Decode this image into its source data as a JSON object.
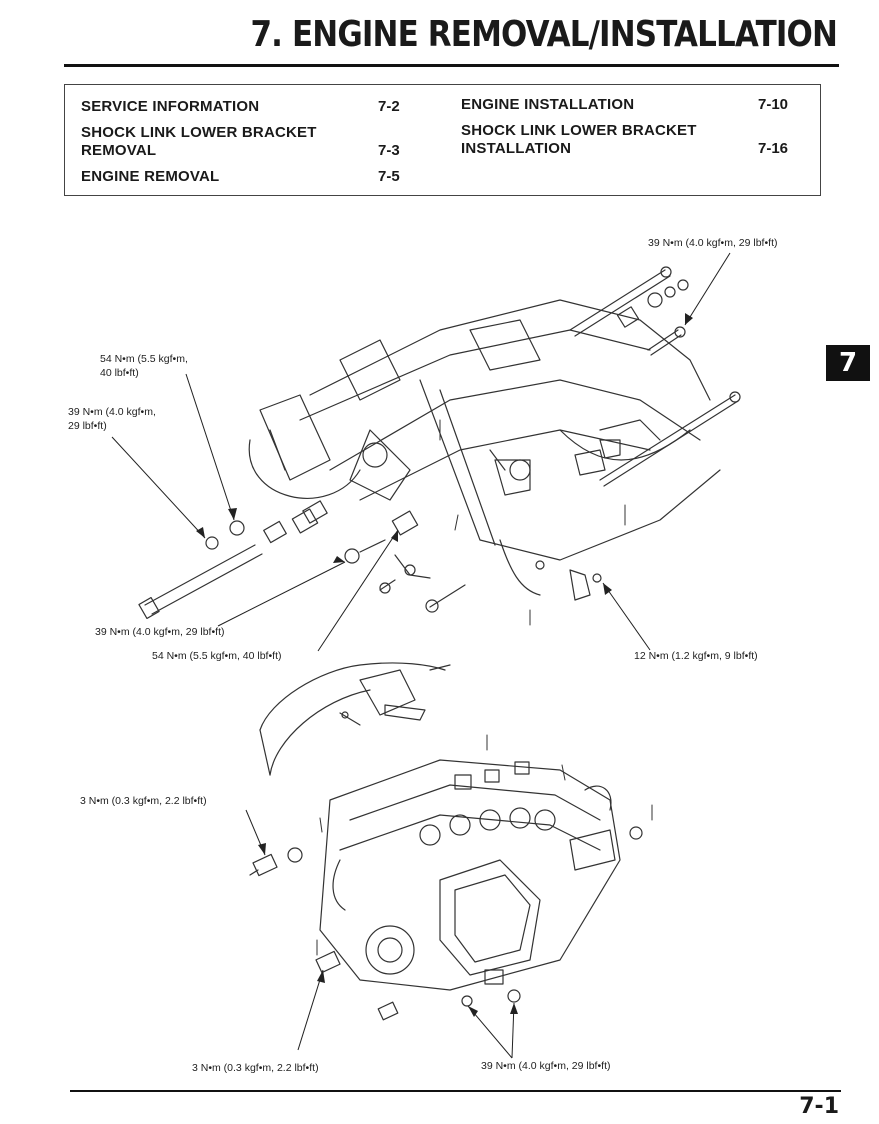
{
  "header": {
    "title": "7. ENGINE REMOVAL/INSTALLATION"
  },
  "toc": {
    "left": [
      {
        "label": "SERVICE INFORMATION",
        "page": "7-2"
      },
      {
        "label_line1": "SHOCK LINK LOWER BRACKET",
        "label_line2": "REMOVAL",
        "page": "7-3"
      },
      {
        "label": "ENGINE REMOVAL",
        "page": "7-5"
      }
    ],
    "right": [
      {
        "label": "ENGINE INSTALLATION",
        "page": "7-10"
      },
      {
        "label_line1": "SHOCK LINK LOWER BRACKET",
        "label_line2": "INSTALLATION",
        "page": "7-16"
      }
    ]
  },
  "side_tab": {
    "label": "7"
  },
  "callouts": {
    "c1": "39 N•m (4.0 kgf•m, 29 lbf•ft)",
    "c2_line1": "54 N•m (5.5 kgf•m,",
    "c2_line2": "40 lbf•ft)",
    "c3_line1": "39 N•m (4.0 kgf•m,",
    "c3_line2": "29 lbf•ft)",
    "c4": "39 N•m (4.0 kgf•m, 29 lbf•ft)",
    "c5": "54 N•m (5.5 kgf•m, 40 lbf•ft)",
    "c6": "12 N•m (1.2 kgf•m, 9 lbf•ft)",
    "c7": "3 N•m (0.3 kgf•m, 2.2 lbf•ft)",
    "c8": "3 N•m (0.3 kgf•m, 2.2 lbf•ft)",
    "c9": "39 N•m (4.0 kgf•m, 29 lbf•ft)"
  },
  "footer": {
    "page_number": "7-1"
  }
}
